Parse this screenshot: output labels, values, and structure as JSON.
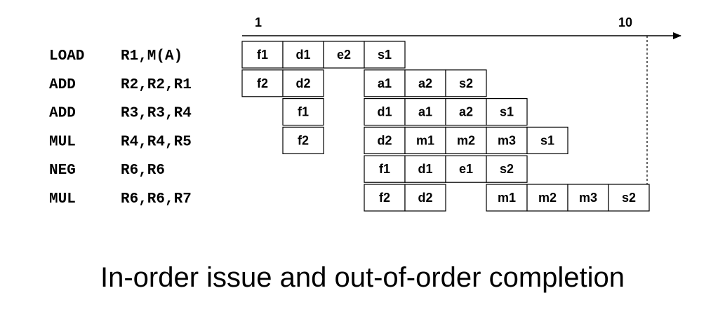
{
  "timeline": {
    "start_label": "1",
    "end_label": "10"
  },
  "instructions": [
    {
      "op": "LOAD",
      "args": "R1,M(A)",
      "stages": [
        {
          "c": 0,
          "label": "f1"
        },
        {
          "c": 1,
          "label": "d1"
        },
        {
          "c": 2,
          "label": "e2"
        },
        {
          "c": 3,
          "label": "s1"
        }
      ]
    },
    {
      "op": "ADD",
      "args": "R2,R2,R1",
      "stages": [
        {
          "c": 0,
          "label": "f2"
        },
        {
          "c": 1,
          "label": "d2"
        },
        {
          "c": 3,
          "label": "a1"
        },
        {
          "c": 4,
          "label": "a2"
        },
        {
          "c": 5,
          "label": "s2"
        }
      ]
    },
    {
      "op": "ADD",
      "args": "R3,R3,R4",
      "stages": [
        {
          "c": 1,
          "label": "f1"
        },
        {
          "c": 3,
          "label": "d1"
        },
        {
          "c": 4,
          "label": "a1"
        },
        {
          "c": 5,
          "label": "a2"
        },
        {
          "c": 6,
          "label": "s1"
        }
      ]
    },
    {
      "op": "MUL",
      "args": "R4,R4,R5",
      "stages": [
        {
          "c": 1,
          "label": "f2"
        },
        {
          "c": 3,
          "label": "d2"
        },
        {
          "c": 4,
          "label": "m1"
        },
        {
          "c": 5,
          "label": "m2"
        },
        {
          "c": 6,
          "label": "m3"
        },
        {
          "c": 7,
          "label": "s1"
        }
      ]
    },
    {
      "op": "NEG",
      "args": "R6,R6",
      "stages": [
        {
          "c": 3,
          "label": "f1"
        },
        {
          "c": 4,
          "label": "d1"
        },
        {
          "c": 5,
          "label": "e1"
        },
        {
          "c": 6,
          "label": "s2"
        }
      ]
    },
    {
      "op": "MUL",
      "args": "R6,R6,R7",
      "stages": [
        {
          "c": 3,
          "label": "f2"
        },
        {
          "c": 4,
          "label": "d2"
        },
        {
          "c": 6,
          "label": "m1"
        },
        {
          "c": 7,
          "label": "m2"
        },
        {
          "c": 8,
          "label": "m3"
        },
        {
          "c": 9,
          "label": "s2"
        }
      ]
    }
  ],
  "caption": "In-order issue and out-of-order completion"
}
